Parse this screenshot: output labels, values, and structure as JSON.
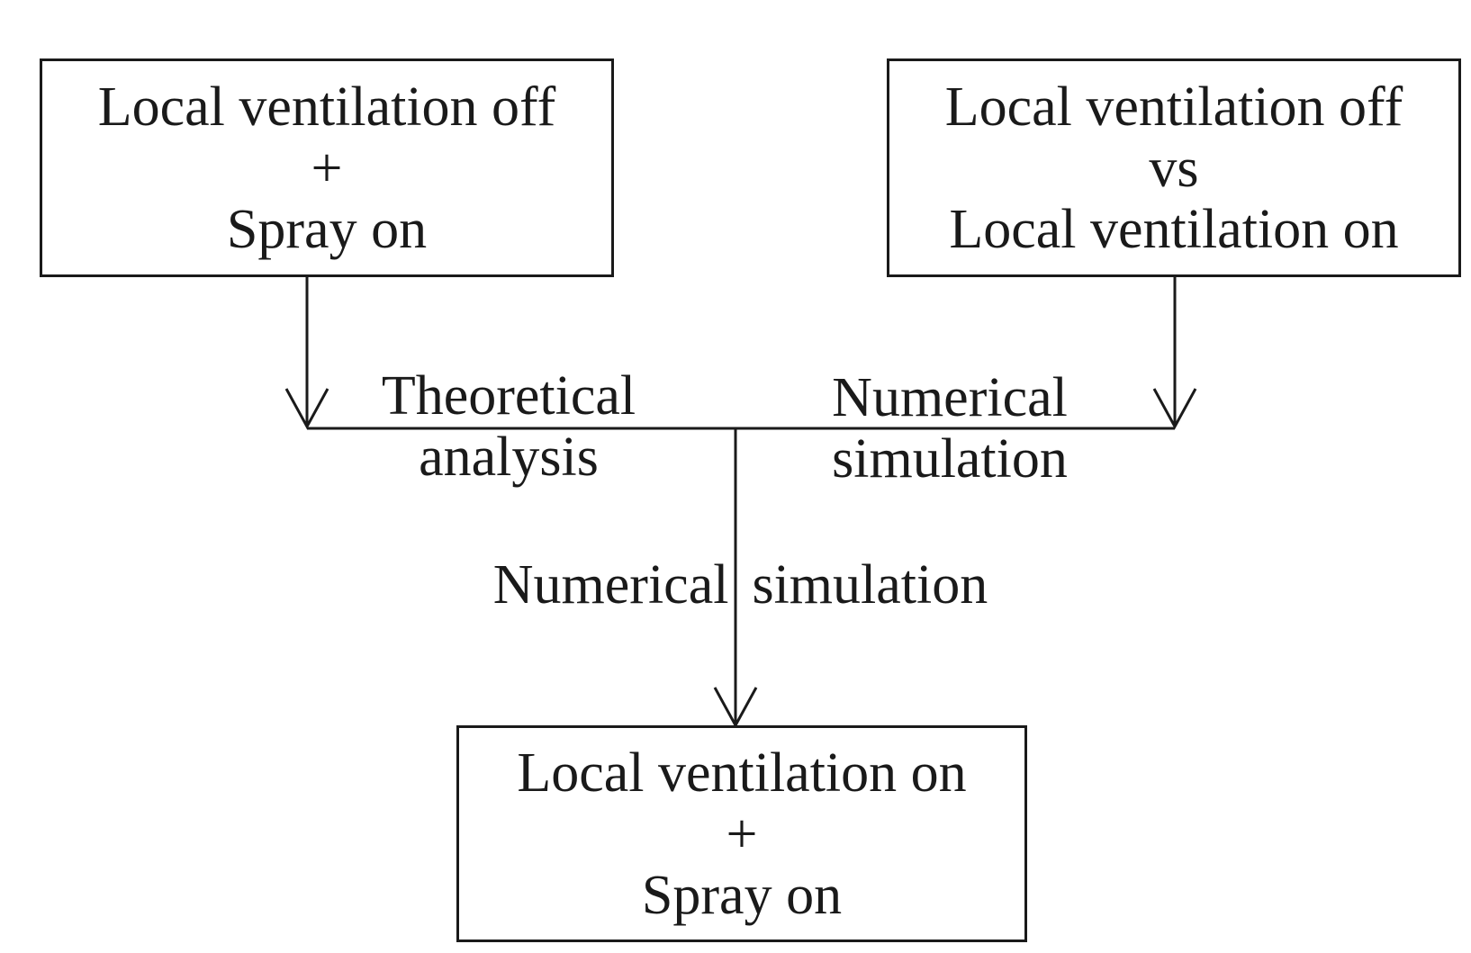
{
  "boxes": {
    "top_left": {
      "lines": [
        "Local ventilation off",
        "+",
        "Spray on"
      ]
    },
    "top_right": {
      "lines": [
        "Local ventilation off",
        "vs",
        "Local ventilation on"
      ]
    },
    "bottom": {
      "lines": [
        "Local ventilation on",
        "+",
        "Spray on"
      ]
    }
  },
  "edge_labels": {
    "left": {
      "lines": [
        "Theoretical",
        "analysis"
      ]
    },
    "right": {
      "lines": [
        "Numerical",
        "simulation"
      ]
    },
    "center": {
      "words": [
        "Numerical",
        "simulation"
      ]
    }
  }
}
